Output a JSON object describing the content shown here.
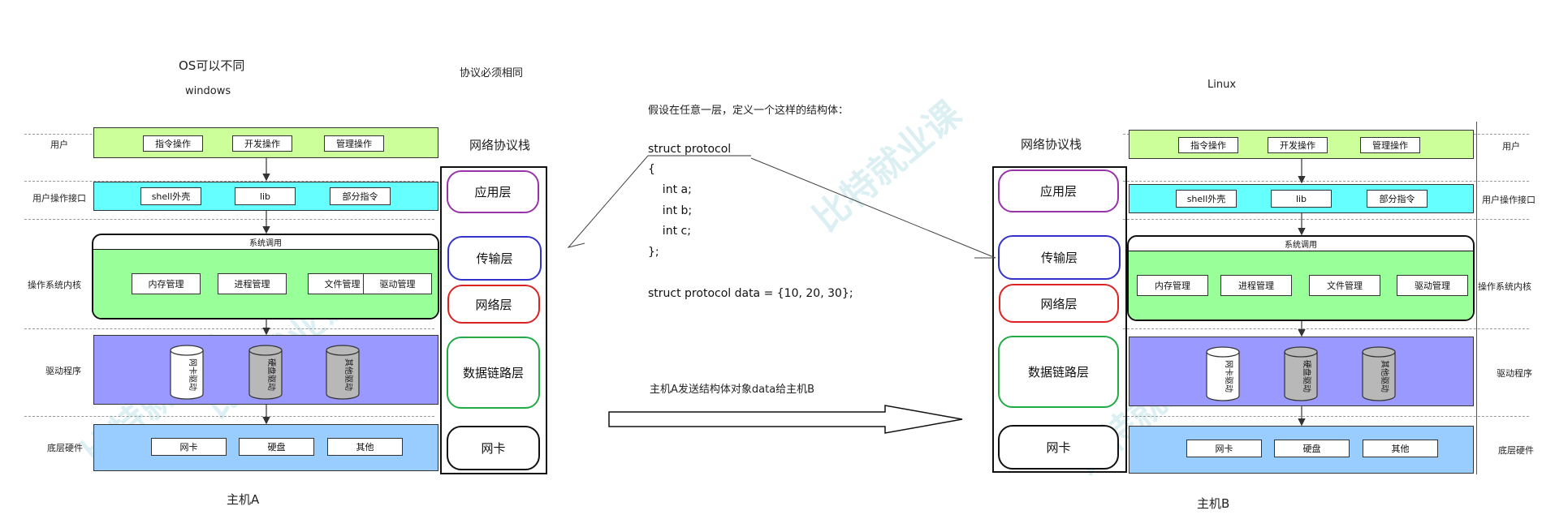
{
  "left": {
    "os_note": "OS可以不同",
    "os_name": "windows",
    "host": "主机A",
    "rows": {
      "user": "用户",
      "api": "用户操作接口",
      "kernel": "操作系统内核",
      "driver": "驱动程序",
      "hw": "底层硬件"
    }
  },
  "right": {
    "os_name": "Linux",
    "host": "主机B",
    "rows": {
      "user": "用户",
      "api": "用户操作接口",
      "kernel": "操作系统内核",
      "driver": "驱动程序",
      "hw": "底层硬件"
    }
  },
  "user_ops": [
    "指令操作",
    "开发操作",
    "管理操作"
  ],
  "api_items": [
    "shell外壳",
    "lib",
    "部分指令"
  ],
  "kernel": {
    "title": "系统调用",
    "items": [
      "内存管理",
      "进程管理",
      "文件管理",
      "驱动管理"
    ]
  },
  "drivers": [
    "网卡驱动",
    "硬盘驱动",
    "其他驱动"
  ],
  "hardware": [
    "网卡",
    "硬盘",
    "其他"
  ],
  "protocol_note": "协议必须相同",
  "stack": {
    "title": "网络协议栈",
    "layers": [
      "应用层",
      "传输层",
      "网络层",
      "数据链路层",
      "网卡"
    ]
  },
  "code": {
    "intro": "假设在任意一层，定义一个这样的结构体：",
    "lines": [
      "struct protocol",
      "{",
      "    int a;",
      "    int b;",
      "    int c;",
      "};",
      "",
      "struct protocol data = {10, 20, 30};"
    ]
  },
  "send_note": "主机A发送结构体对象data给主机B",
  "colors": {
    "user": "#ccff99",
    "api": "#66ffff",
    "kernel": "#99ff99",
    "driver": "#9999ff",
    "hw": "#99ccff",
    "app_border": "#9933aa",
    "transport_border": "#3333cc",
    "network_border": "#dd2222",
    "datalink_border": "#22aa44"
  }
}
